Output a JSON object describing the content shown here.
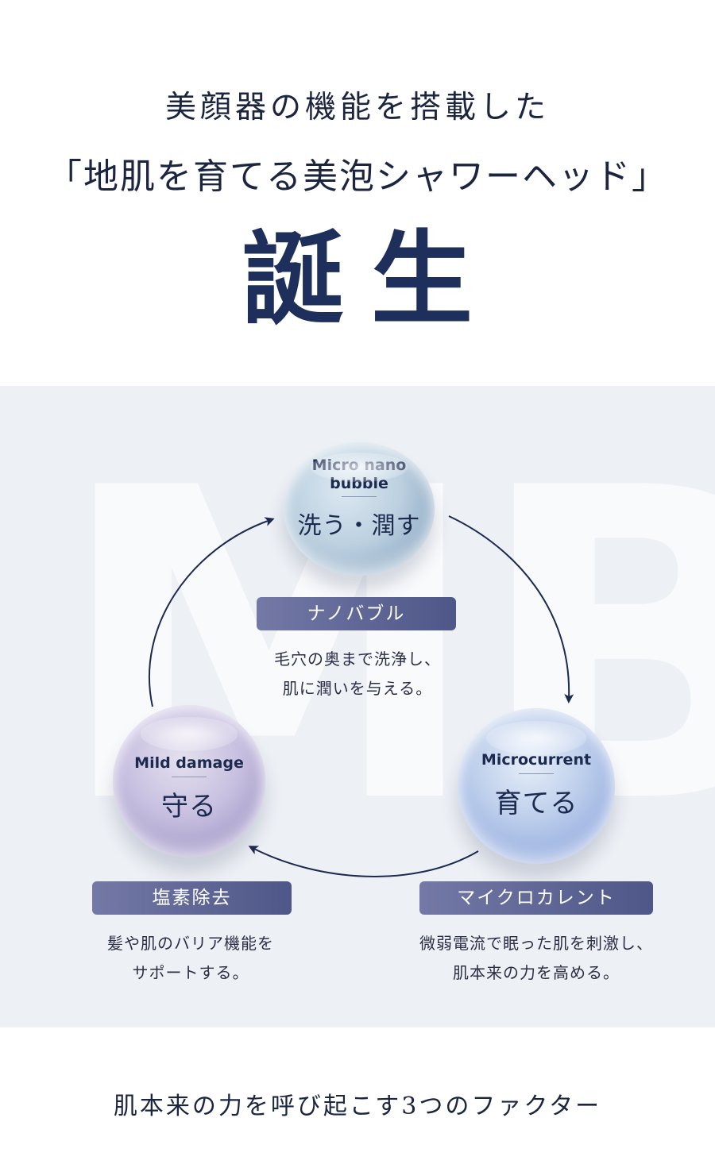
{
  "headline": {
    "line1": "美顔器の機能を搭載した",
    "line2": "「地肌を育てる美泡シャワーヘッド」",
    "line3": "誕生"
  },
  "watermark": "MB",
  "factors": [
    {
      "en": "Micro nano bubble",
      "jp": "洗う・潤す",
      "label": "ナノバブル",
      "desc": [
        "毛穴の奥まで洗浄し、",
        "肌に潤いを与える。"
      ]
    },
    {
      "en": "Microcurrent",
      "jp": "育てる",
      "label": "マイクロカレント",
      "desc": [
        "微弱電流で眠った肌を刺激し、",
        "肌本来の力を高める。"
      ]
    },
    {
      "en": "Mild damage",
      "jp": "守る",
      "label": "塩素除去",
      "desc": [
        "髪や肌のバリア機能を",
        "サポートする。"
      ]
    }
  ],
  "footer": "肌本来の力を呼び起こす3つのファクター",
  "colors": {
    "navy": "#1d2f5a",
    "panel": "#edf0f5",
    "label_gradient_start": "#7479a6",
    "label_gradient_end": "#4e5788"
  }
}
